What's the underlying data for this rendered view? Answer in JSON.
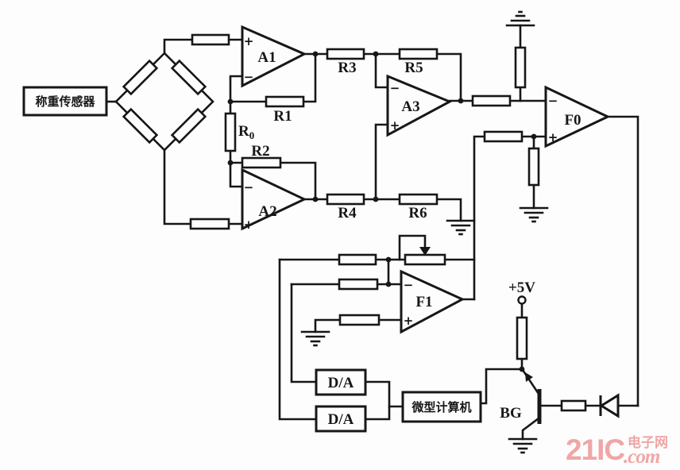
{
  "sensor": {
    "label": "称重传感器"
  },
  "amps": {
    "a1": "A1",
    "a2": "A2",
    "a3": "A3",
    "f0": "F0",
    "f1": "F1"
  },
  "signs": {
    "plus": "+",
    "minus": "−"
  },
  "resistors": {
    "r1": "R1",
    "r2": "R2",
    "r3": "R3",
    "r4": "R4",
    "r5": "R5",
    "r6": "R6",
    "r0_base": "R",
    "r0_sub": "0"
  },
  "converters": [
    "D/A",
    "D/A"
  ],
  "computer": {
    "label": "微型计算机"
  },
  "transistor": {
    "label": "BG"
  },
  "supply": {
    "label": "+5V"
  },
  "watermark": {
    "number": "21IC",
    "cn": "电子网",
    "com": ".com",
    "color": "#f0a6a6"
  },
  "colors": {
    "ink": "#171717",
    "background": "#fdfdfd"
  }
}
